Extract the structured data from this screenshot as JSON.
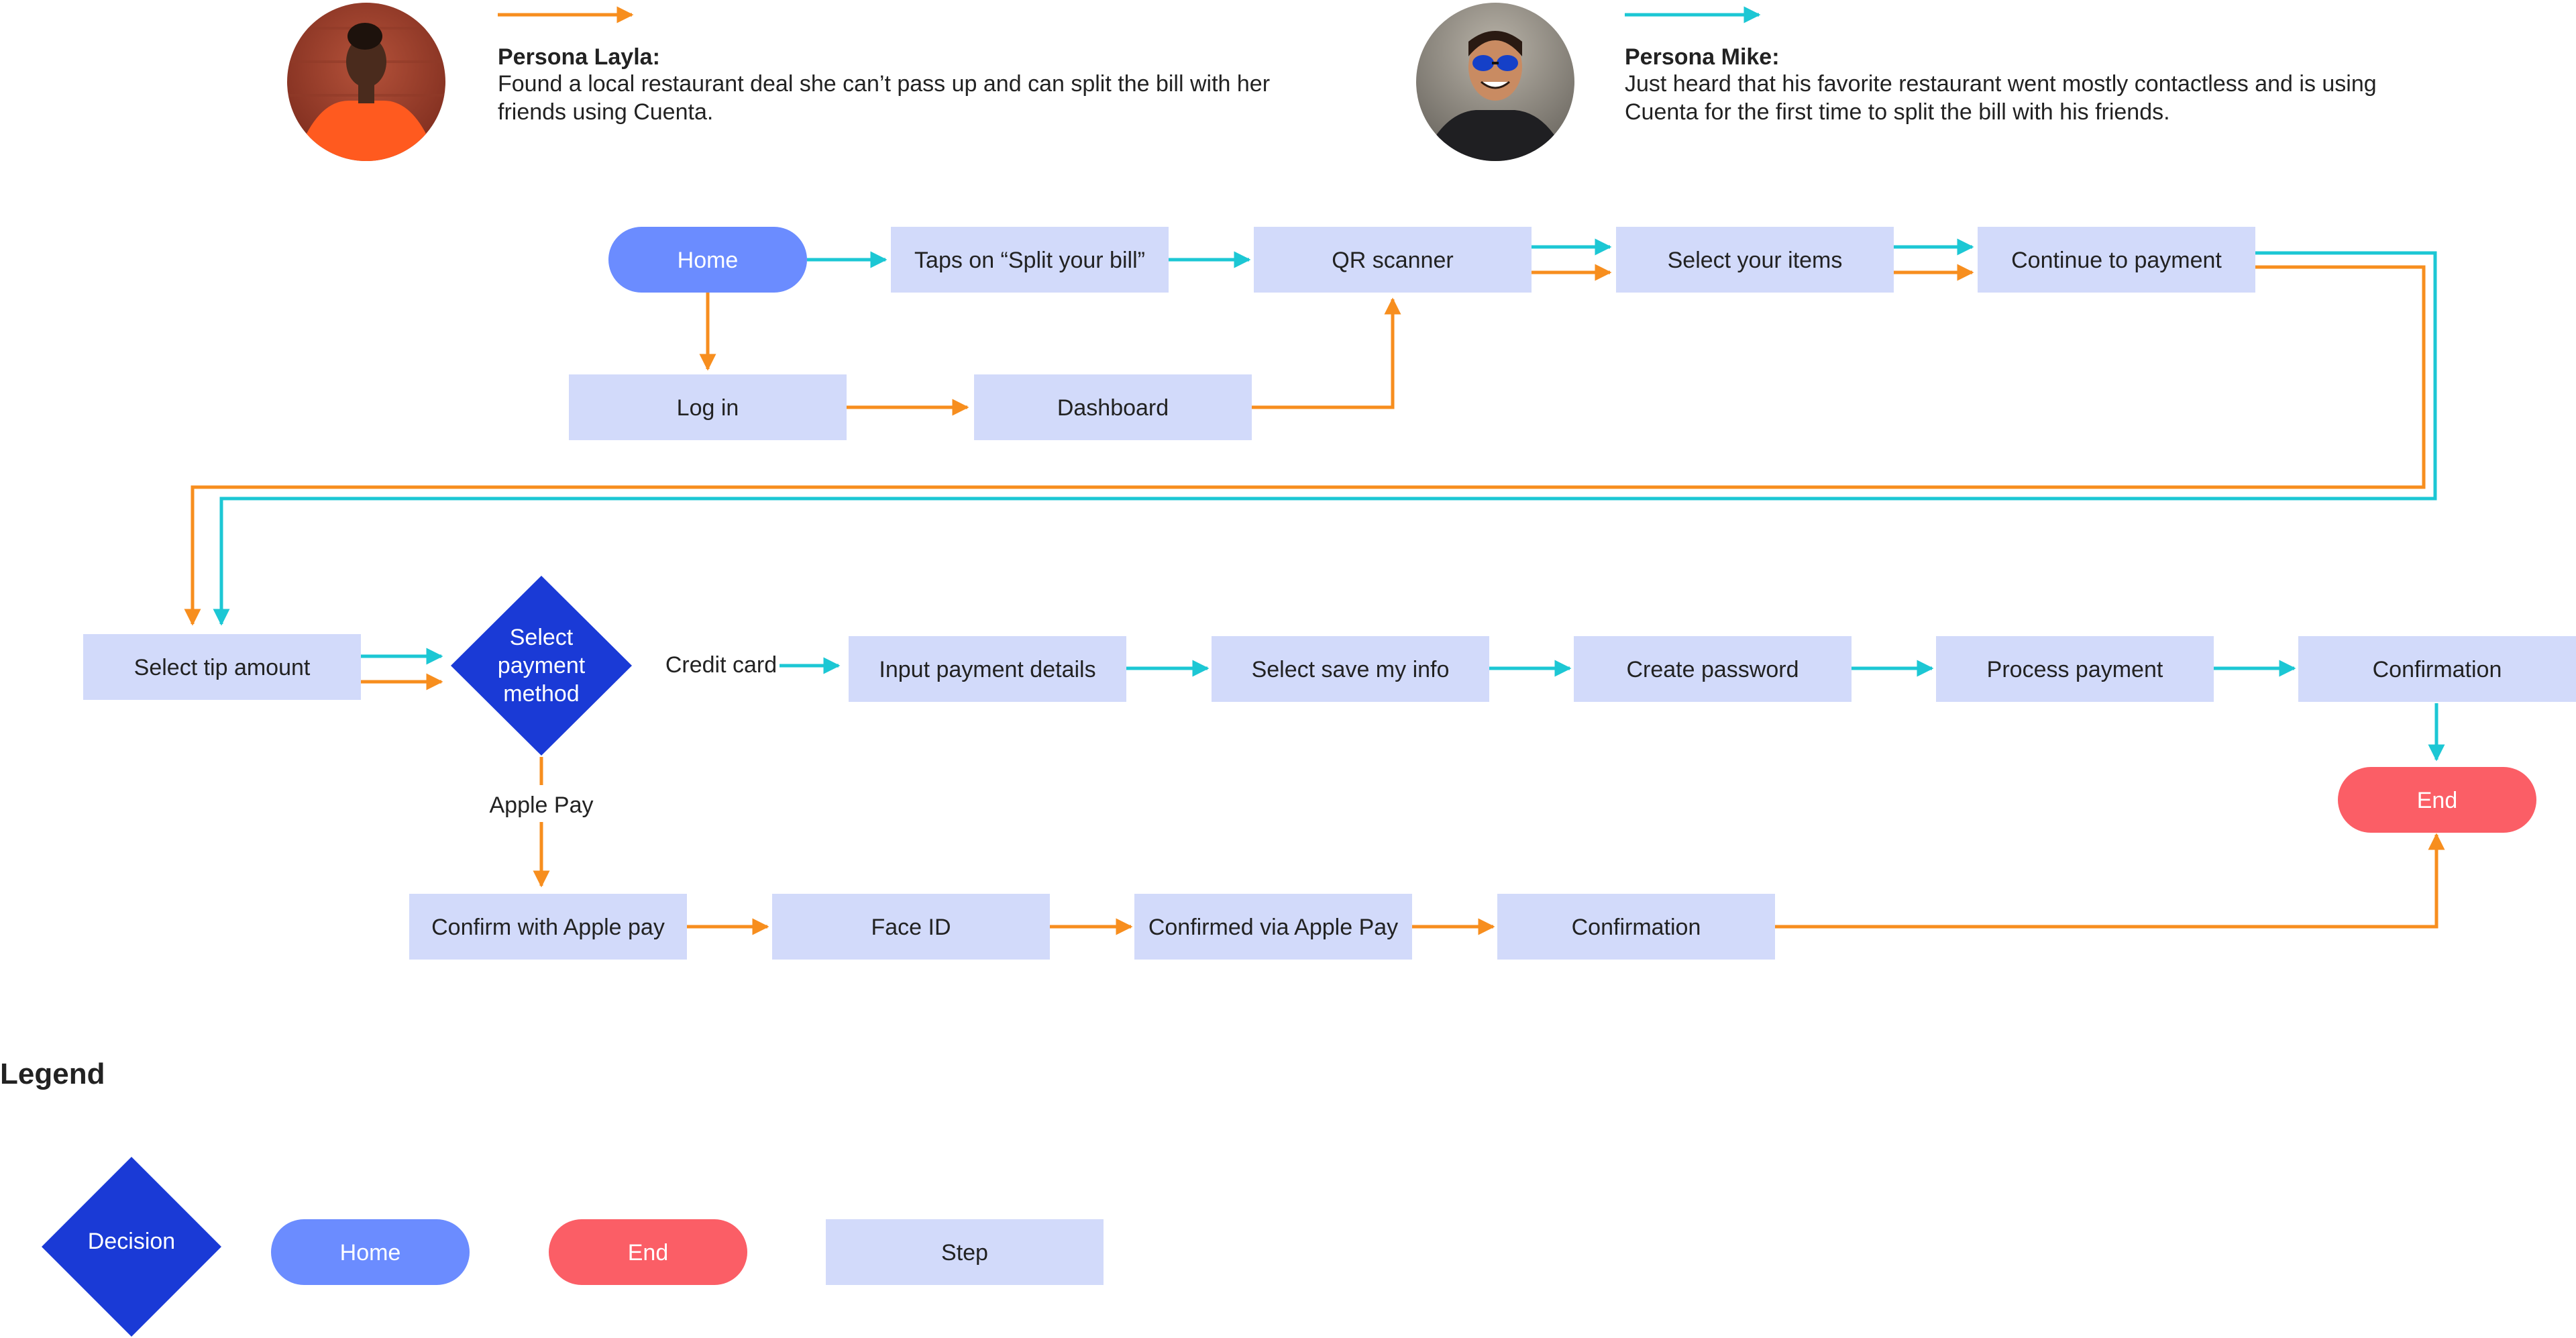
{
  "personas": [
    {
      "name": "Persona Layla:",
      "lines": [
        "Found a local restaurant deal she can’t pass up and can split the bill with her",
        "friends using Cuenta."
      ],
      "line_color": "#f78e1e",
      "avatar": "woman-in-orange-dress-photo"
    },
    {
      "name": "Persona Mike:",
      "lines": [
        "Just heard that his favorite restaurant went mostly contactless and is using",
        "Cuenta for the first time to split the bill with his friends."
      ],
      "line_color": "#1cc7d4",
      "avatar": "smiling-man-with-sunglasses-photo"
    }
  ],
  "nodes": {
    "home": "Home",
    "taps_split": "Taps on “Split your bill”",
    "qr_scanner": "QR scanner",
    "select_items": "Select your items",
    "continue_payment": "Continue to payment",
    "log_in": "Log in",
    "dashboard": "Dashboard",
    "select_tip": "Select tip amount",
    "select_payment": [
      "Select",
      "payment",
      "method"
    ],
    "input_payment": "Input payment details",
    "select_save": "Select save my info",
    "create_password": "Create password",
    "process_payment": "Process payment",
    "confirmation_card": "Confirmation",
    "end": "End",
    "confirm_apple": "Confirm with Apple pay",
    "face_id": "Face ID",
    "confirmed_apple": "Confirmed via Apple Pay",
    "confirmation_apple": "Confirmation"
  },
  "edge_labels": {
    "credit_card": "Credit card",
    "apple_pay": "Apple Pay"
  },
  "legend": {
    "title": "Legend",
    "decision": "Decision",
    "home": "Home",
    "end": "End",
    "step": "Step"
  },
  "colors": {
    "step": "#d2dafa",
    "home": "#6b8cff",
    "end": "#fb5e66",
    "decision": "#1a3ad6",
    "layla_path": "#f78e1e",
    "mike_path": "#1cc7d4"
  }
}
